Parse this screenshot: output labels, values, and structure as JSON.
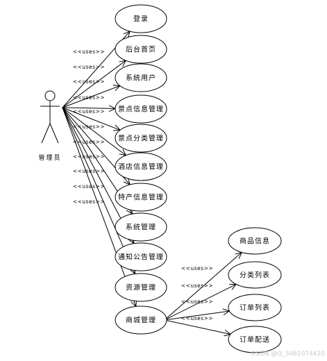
{
  "actor": {
    "name": "管理员",
    "icon": "stick-figure"
  },
  "relationship_label": "<<uses>>",
  "use_cases": [
    {
      "id": "login",
      "label": "登录"
    },
    {
      "id": "admin-home",
      "label": "后台首页"
    },
    {
      "id": "system-users",
      "label": "系统用户"
    },
    {
      "id": "scenic-info",
      "label": "景点信息管理"
    },
    {
      "id": "scenic-category",
      "label": "景点分类管理"
    },
    {
      "id": "hotel-info",
      "label": "酒店信息管理"
    },
    {
      "id": "specialty-info",
      "label": "特产信息管理"
    },
    {
      "id": "system-mgmt",
      "label": "系统管理"
    },
    {
      "id": "notice-mgmt",
      "label": "通知公告管理"
    },
    {
      "id": "resource-mgmt",
      "label": "资源管理"
    },
    {
      "id": "mall-mgmt",
      "label": "商城管理"
    }
  ],
  "sub_use_cases": [
    {
      "id": "product-info",
      "label": "商品信息"
    },
    {
      "id": "category-list",
      "label": "分类列表"
    },
    {
      "id": "order-list",
      "label": "订单列表"
    },
    {
      "id": "order-delivery",
      "label": "订单配送"
    }
  ],
  "watermark": "CSDN @Q_3461074420"
}
